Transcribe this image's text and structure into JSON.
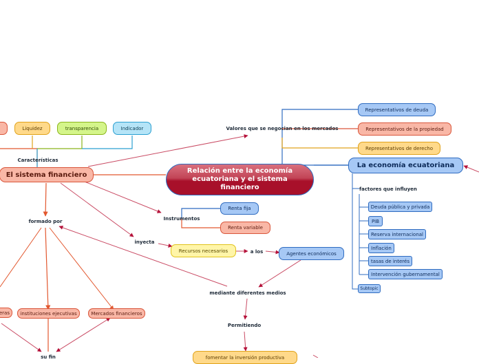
{
  "central": "Relación entre la economía ecuatoriana y el sistema financiero",
  "sistema": "El sistema financiero",
  "economia": "La economía ecuatoriana",
  "labels": {
    "caracteristicas": "Características",
    "valores": "Valores que se negocian en los mercados",
    "instrumentos": "Instrumentos",
    "inyecta": "inyecta",
    "formado_por": "formado por",
    "a_los": "a los",
    "mediante": "mediante diferentes medios",
    "permitiendo": "Permitiendo",
    "factores": "factores que influyen",
    "su_fin": "su fin"
  },
  "caracteristicas": [
    "Liquidez",
    "transparencia",
    "Indicador"
  ],
  "valores_items": [
    "Representativos de deuda",
    "Representativos de la propiedad",
    "Representativos de derecho"
  ],
  "instrumentos_items": [
    "Renta fija",
    "Renta variable"
  ],
  "recursos": "Recursos necesarios",
  "agentes": "Agentes económicos",
  "formado_items": [
    "eras",
    "instituciones ejecutivas",
    "Mercados financieros"
  ],
  "factores_items": [
    "Deuda pública y privada",
    "PIB",
    "Reserva internacional",
    "Inflación",
    "tasas de interés",
    "Intervención gubernamental"
  ],
  "subtopic": "Subtopic",
  "fomentar": "fomentar la inversión productiva",
  "colors": {
    "blue": "#2e6bc0",
    "salmon": "#d9553a",
    "crimson": "#b5123a",
    "yellow": "#e0a21a",
    "green": "#8ab51a",
    "cyan": "#2b9fd1"
  }
}
